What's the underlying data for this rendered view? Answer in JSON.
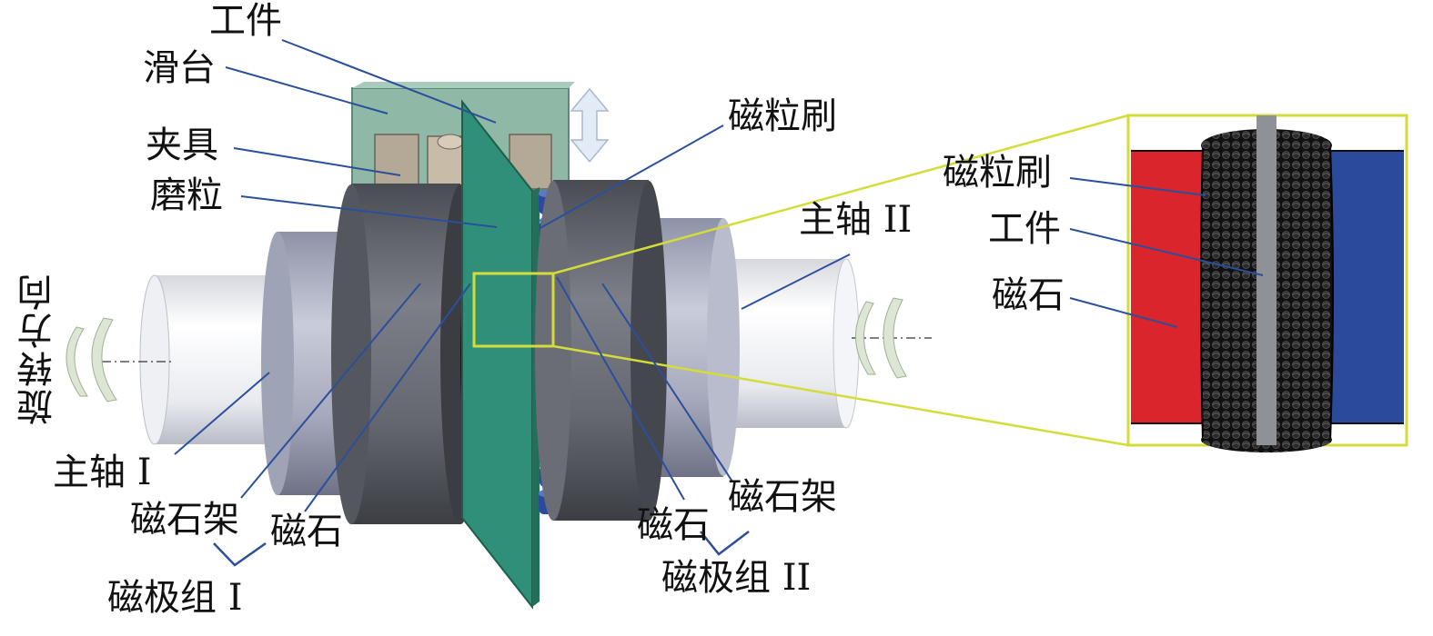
{
  "labels": {
    "workpiece": "工件",
    "slide_table": "滑台",
    "fixture": "夹具",
    "abrasive": "磨粒",
    "magnetic_brush": "磁粒刷",
    "spindle_1": "主轴 I",
    "spindle_2": "主轴 II",
    "rotation_direction": "旋转方向",
    "magnet_holder_left": "磁石架",
    "magnet_left": "磁石",
    "pole_group_1": "磁极组 I",
    "magnet_right": "磁石",
    "magnet_holder_right": "磁石架",
    "pole_group_2": "磁极组 II"
  },
  "inset_labels": {
    "magnetic_brush": "磁粒刷",
    "workpiece": "工件",
    "magnet": "磁石"
  },
  "colors": {
    "leader_line": "#2a4f9c",
    "zoom_box": "#d4dc3a",
    "magnet_red": "#d9252b",
    "magnet_blue": "#2b4a9b",
    "workpiece_green": "#2f8f78",
    "slide_green": "#8fb8a6",
    "holder_gray": "#5b5e66",
    "spindle_light": "#eceef3"
  }
}
